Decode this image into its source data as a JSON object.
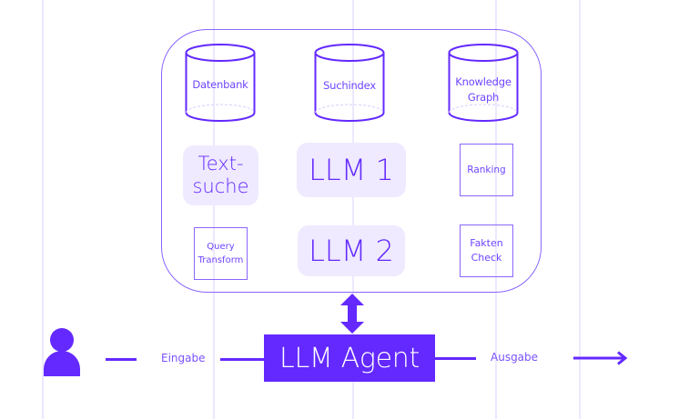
{
  "colors": {
    "accent": "#6329FF",
    "outline": "#8A66FF",
    "pill_fill": "#EFEAFF",
    "guide": "#ECE8FF"
  },
  "data_sources": [
    {
      "label_lines": [
        "Datenbank"
      ]
    },
    {
      "label_lines": [
        "Suchindex"
      ]
    },
    {
      "label_lines": [
        "Knowledge",
        "Graph"
      ]
    }
  ],
  "components": {
    "textsuche": [
      "Text-",
      "suche"
    ],
    "llm1": "LLM 1",
    "llm2": "LLM 2",
    "ranking": "Ranking",
    "query_transform": [
      "Query",
      "Transform"
    ],
    "fakten_check": [
      "Fakten",
      "Check"
    ]
  },
  "agent": {
    "label": "LLM Agent"
  },
  "flow": {
    "input_label": "Eingabe",
    "output_label": "Ausgabe"
  },
  "icons": {
    "user": "person-icon",
    "bidirectional": "double-arrow-icon",
    "output": "arrow-right-icon"
  }
}
